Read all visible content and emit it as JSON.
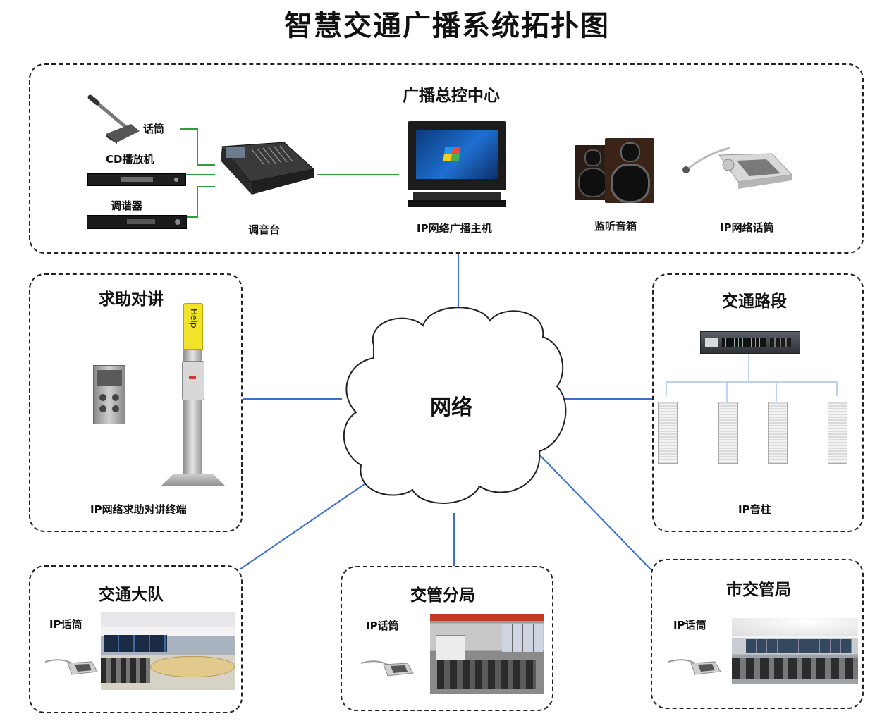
{
  "title": "智慧交通广播系统拓扑图",
  "network_label": "网络",
  "control_center": {
    "title": "广播总控中心",
    "mic_label": "话筒",
    "cd_label": "CD播放机",
    "tuner_label": "调谐器",
    "mixer_label": "调音台",
    "host_label": "IP网络广播主机",
    "speaker_label": "监听音箱",
    "ipmic_label": "IP网络话筒"
  },
  "intercom": {
    "title": "求助对讲",
    "pole_text": "Help",
    "terminal_label": "IP网络求助对讲终端"
  },
  "road": {
    "title": "交通路段",
    "column_label": "IP音柱"
  },
  "brigade": {
    "title": "交通大队",
    "mic_label": "IP话筒"
  },
  "branch": {
    "title": "交管分局",
    "mic_label": "IP话筒"
  },
  "city": {
    "title": "市交管局",
    "mic_label": "IP话筒"
  },
  "colors": {
    "link_green": "#2e9e3e",
    "link_blue": "#3a6fd0",
    "speaker_bar_blue": "#a9c4e6"
  }
}
